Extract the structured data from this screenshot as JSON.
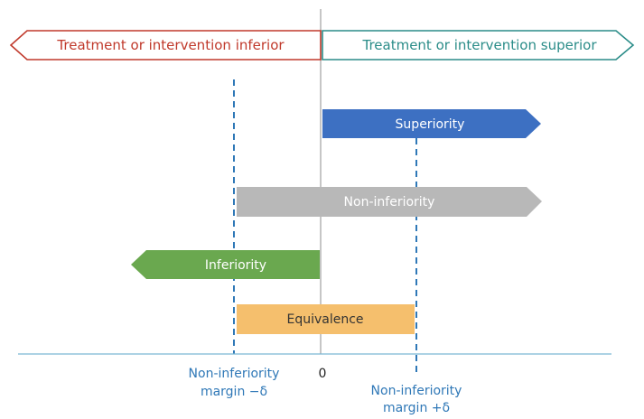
{
  "header": {
    "left_arrow_label": "Treatment or intervention inferior",
    "right_arrow_label": "Treatment or intervention superior"
  },
  "bars": {
    "superiority": "Superiority",
    "non_inferiority": "Non-inferiority",
    "inferiority": "Inferiority",
    "equivalence": "Equivalence"
  },
  "axis": {
    "zero_label": "0",
    "left_margin_line1": "Non-inferiority",
    "left_margin_line2": "margin −δ",
    "right_margin_line1": "Non-inferiority",
    "right_margin_line2": "margin +δ"
  },
  "colors": {
    "inferior_outline": "#c0392b",
    "superior_outline": "#2a8c88",
    "superiority_fill": "#3d70c2",
    "non_inferiority_fill": "#b8b8b8",
    "inferiority_fill": "#6aa84f",
    "equivalence_fill": "#f5bf6d",
    "dashed_lines": "#2f78b7",
    "axis_line": "#7bb6d3",
    "center_line": "#a8a8a8",
    "margin_labels": "#2f78b7"
  }
}
